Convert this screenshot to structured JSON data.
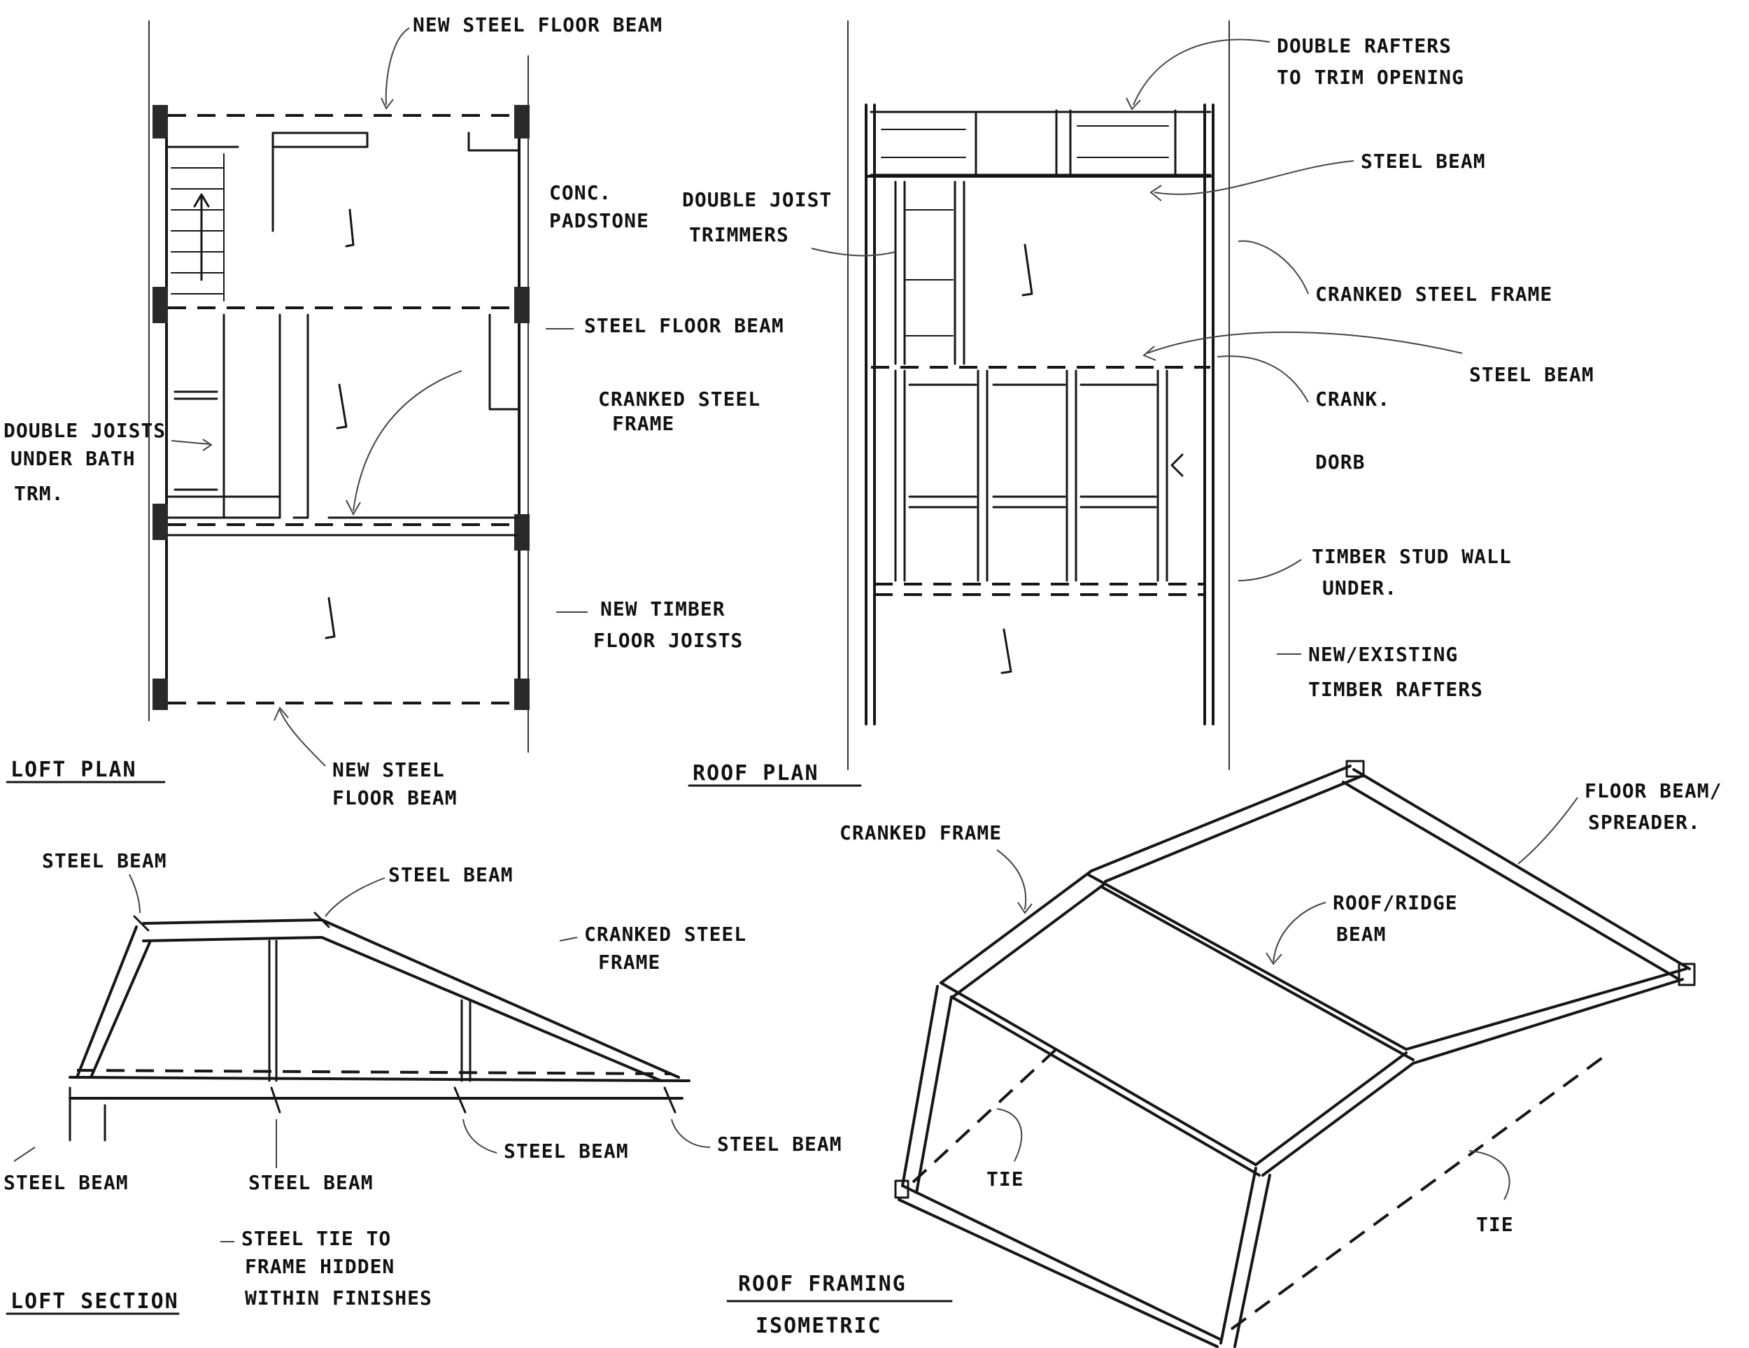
{
  "loft_plan": {
    "title": "LOFT PLAN",
    "labels": {
      "new_steel_floor_beam_top": "NEW STEEL FLOOR BEAM",
      "conc_padstone_1": "CONC.",
      "conc_padstone_2": "PADSTONE",
      "steel_floor_beam": "STEEL FLOOR BEAM",
      "cranked_steel_frame_1": "CRANKED STEEL",
      "cranked_steel_frame_2": "FRAME",
      "double_joists_1": "DOUBLE JOISTS",
      "double_joists_2": "UNDER BATH",
      "double_joists_3": "TRM.",
      "new_timber_1": "NEW TIMBER",
      "new_timber_2": "FLOOR JOISTS",
      "new_steel_bottom_1": "NEW STEEL",
      "new_steel_bottom_2": "FLOOR BEAM"
    }
  },
  "roof_plan": {
    "title": "ROOF PLAN",
    "labels": {
      "double_rafters_1": "DOUBLE RAFTERS",
      "double_rafters_2": "TO TRIM OPENING",
      "steel_beam_top": "STEEL BEAM",
      "double_joist_1": "DOUBLE JOIST",
      "double_joist_2": "TRIMMERS",
      "cranked_steel_frame": "CRANKED STEEL FRAME",
      "steel_beam_mid": "STEEL BEAM",
      "crank": "CRANK.",
      "dorb": "DORB",
      "timber_stud_1": "TIMBER STUD WALL",
      "timber_stud_2": "UNDER.",
      "rafters_1": "NEW/EXISTING",
      "rafters_2": "TIMBER RAFTERS"
    }
  },
  "loft_section": {
    "title": "LOFT SECTION",
    "labels": {
      "steel_beam_tl": "STEEL BEAM",
      "steel_beam_tm": "STEEL BEAM",
      "cranked_1": "CRANKED STEEL",
      "cranked_2": "FRAME",
      "steel_beam_bl": "STEEL BEAM",
      "steel_beam_bm": "STEEL BEAM",
      "steel_beam_bmr": "STEEL BEAM",
      "steel_beam_br": "STEEL BEAM",
      "tie_1": "STEEL TIE TO",
      "tie_2": "FRAME HIDDEN",
      "tie_3": "WITHIN FINISHES"
    }
  },
  "isometric": {
    "title_1": "ROOF FRAMING",
    "title_2": "ISOMETRIC",
    "labels": {
      "cranked_frame": "CRANKED FRAME",
      "floor_beam_1": "FLOOR BEAM/",
      "floor_beam_2": "SPREADER.",
      "ridge_1": "ROOF/RIDGE",
      "ridge_2": "BEAM",
      "tie_left": "TIE",
      "tie_right": "TIE"
    }
  },
  "colors": {
    "ink": "#161616",
    "paper": "#ffffff"
  }
}
